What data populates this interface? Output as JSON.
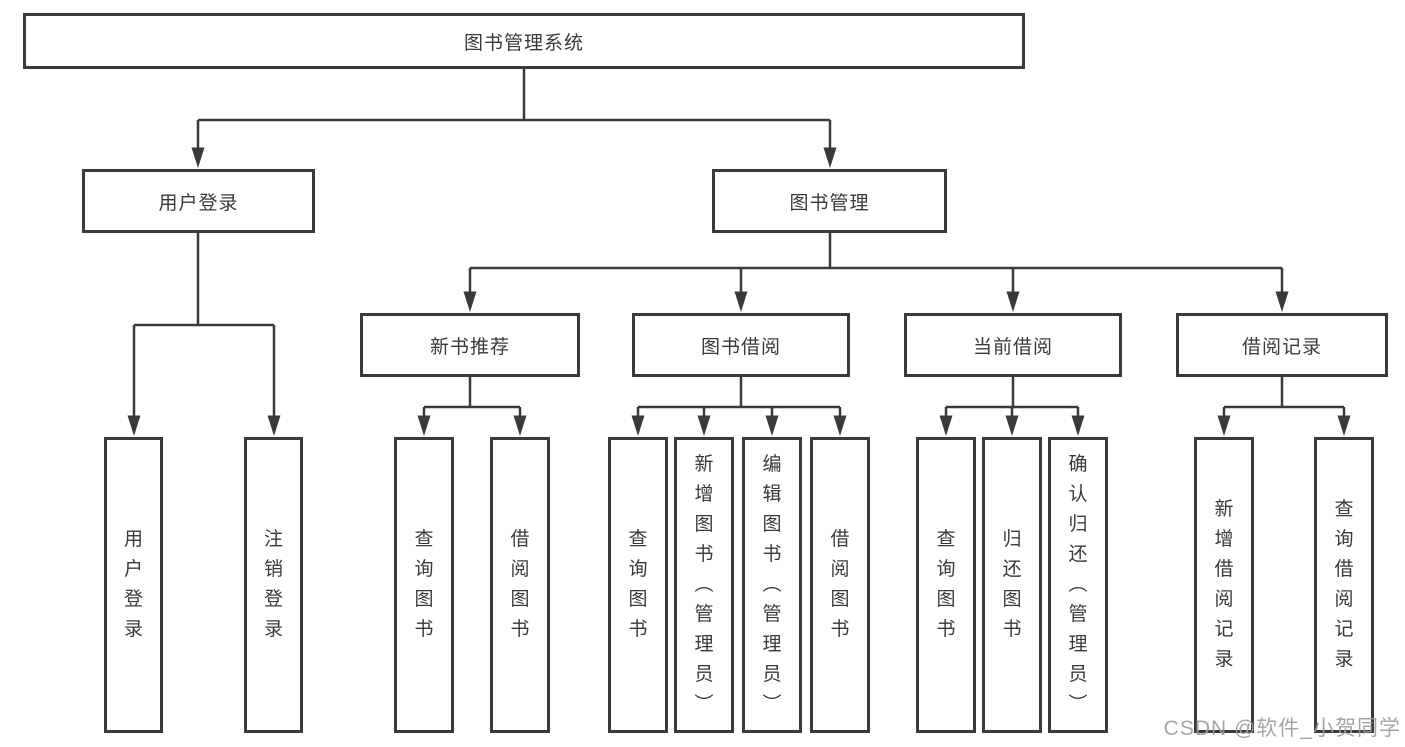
{
  "colors": {
    "line": "#3a3a3a",
    "box_border": "#3a3a3a",
    "text": "#3a3a3a",
    "background": "#ffffff",
    "watermark": "#9e9e9e"
  },
  "tree": {
    "root": {
      "label": "图书管理系统",
      "children": [
        {
          "label": "用户登录",
          "children": [
            {
              "label": "用户登录"
            },
            {
              "label": "注销登录"
            }
          ]
        },
        {
          "label": "图书管理",
          "children": [
            {
              "label": "新书推荐",
              "children": [
                {
                  "label": "查询图书"
                },
                {
                  "label": "借阅图书"
                }
              ]
            },
            {
              "label": "图书借阅",
              "children": [
                {
                  "label": "查询图书"
                },
                {
                  "label": "新增图书（管理员）"
                },
                {
                  "label": "编辑图书（管理员）"
                },
                {
                  "label": "借阅图书"
                }
              ]
            },
            {
              "label": "当前借阅",
              "children": [
                {
                  "label": "查询图书"
                },
                {
                  "label": "归还图书"
                },
                {
                  "label": "确认归还（管理员）"
                }
              ]
            },
            {
              "label": "借阅记录",
              "children": [
                {
                  "label": "新增借阅记录"
                },
                {
                  "label": "查询借阅记录"
                }
              ]
            }
          ]
        }
      ]
    }
  },
  "watermark": "CSDN @软件_小贺同学"
}
